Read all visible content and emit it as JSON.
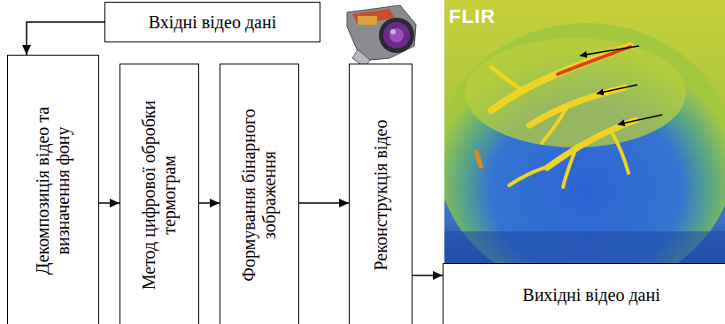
{
  "diagram": {
    "nodes": [
      {
        "text": [
          "Вхідні відео дані"
        ]
      },
      {
        "text": [
          "Декомпозиція відео та визначення фону"
        ]
      },
      {
        "text": [
          "Метод цифрової обробки термограм"
        ]
      },
      {
        "text": [
          "Формування бінарного зображення"
        ]
      },
      {
        "text": [
          "Реконструкція відео"
        ]
      },
      {
        "text": [
          "Вихідні відео дані"
        ]
      }
    ],
    "edges": [
      {
        "from": 0,
        "to": 1,
        "arrow": "to"
      },
      {
        "from": 1,
        "to": 2,
        "arrow": "to"
      },
      {
        "from": 2,
        "to": 3,
        "arrow": "to"
      },
      {
        "from": 3,
        "to": 4,
        "arrow": "to"
      },
      {
        "from": 4,
        "to": 5,
        "arrow": "to"
      }
    ],
    "labels": [
      "FLIR"
    ]
  }
}
